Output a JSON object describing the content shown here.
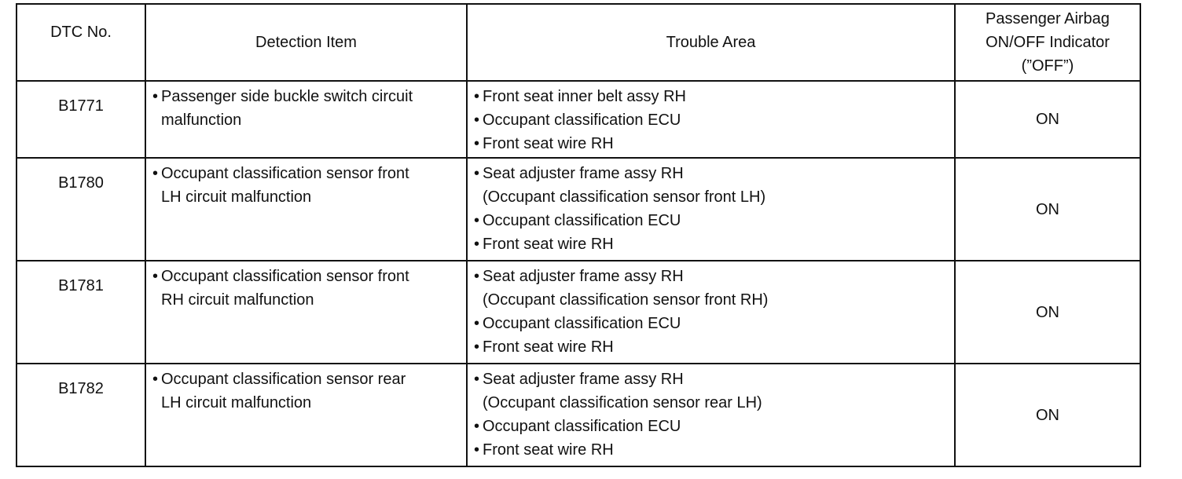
{
  "headers": {
    "dtc": "DTC No.",
    "detection": "Detection Item",
    "trouble": "Trouble Area",
    "indicator_lines": [
      "Passenger Airbag",
      "ON/OFF Indicator",
      "(”OFF”)"
    ]
  },
  "rows": [
    {
      "dtc": "B1771",
      "detection_lines": [
        "Passenger side buckle switch circuit",
        "malfunction"
      ],
      "trouble": [
        {
          "bullet": "Front seat inner belt assy RH"
        },
        {
          "bullet": "Occupant classification ECU"
        },
        {
          "bullet": "Front seat wire RH"
        }
      ],
      "indicator": "ON"
    },
    {
      "dtc": "B1780",
      "detection_lines": [
        "Occupant classification sensor front",
        "LH circuit malfunction"
      ],
      "trouble": [
        {
          "bullet": "Seat adjuster frame assy RH",
          "sub": "(Occupant classification sensor front LH)"
        },
        {
          "bullet": "Occupant classification ECU"
        },
        {
          "bullet": "Front seat wire RH"
        }
      ],
      "indicator": "ON"
    },
    {
      "dtc": "B1781",
      "detection_lines": [
        "Occupant classification sensor front",
        "RH circuit malfunction"
      ],
      "trouble": [
        {
          "bullet": "Seat adjuster frame assy RH",
          "sub": "(Occupant classification sensor front RH)"
        },
        {
          "bullet": "Occupant classification ECU"
        },
        {
          "bullet": "Front seat wire RH"
        }
      ],
      "indicator": "ON"
    },
    {
      "dtc": "B1782",
      "detection_lines": [
        "Occupant classification sensor rear",
        "LH circuit malfunction"
      ],
      "trouble": [
        {
          "bullet": "Seat adjuster frame assy RH",
          "sub": "(Occupant classification sensor rear LH)"
        },
        {
          "bullet": "Occupant classification ECU"
        },
        {
          "bullet": "Front seat wire RH"
        }
      ],
      "indicator": "ON"
    }
  ]
}
